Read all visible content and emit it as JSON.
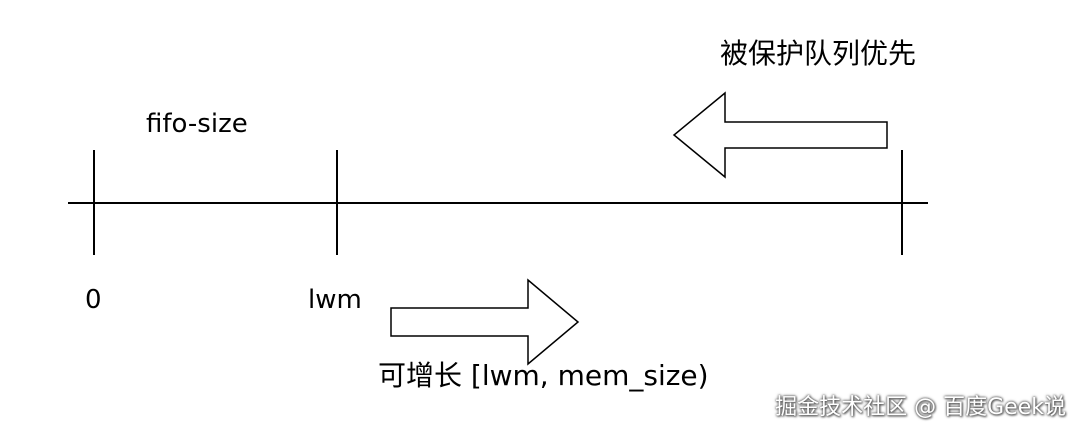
{
  "labels": {
    "fifo_size": "fifo-size",
    "zero": "0",
    "lwm": "lwm",
    "protected_first": "被保护队列优先",
    "growable": "可增长 [lwm, mem_size)"
  },
  "watermark": "掘金技术社区 @ 百度Geek说",
  "colors": {
    "stroke": "#000000",
    "background": "#ffffff",
    "arrow_fill": "#ffffff"
  }
}
